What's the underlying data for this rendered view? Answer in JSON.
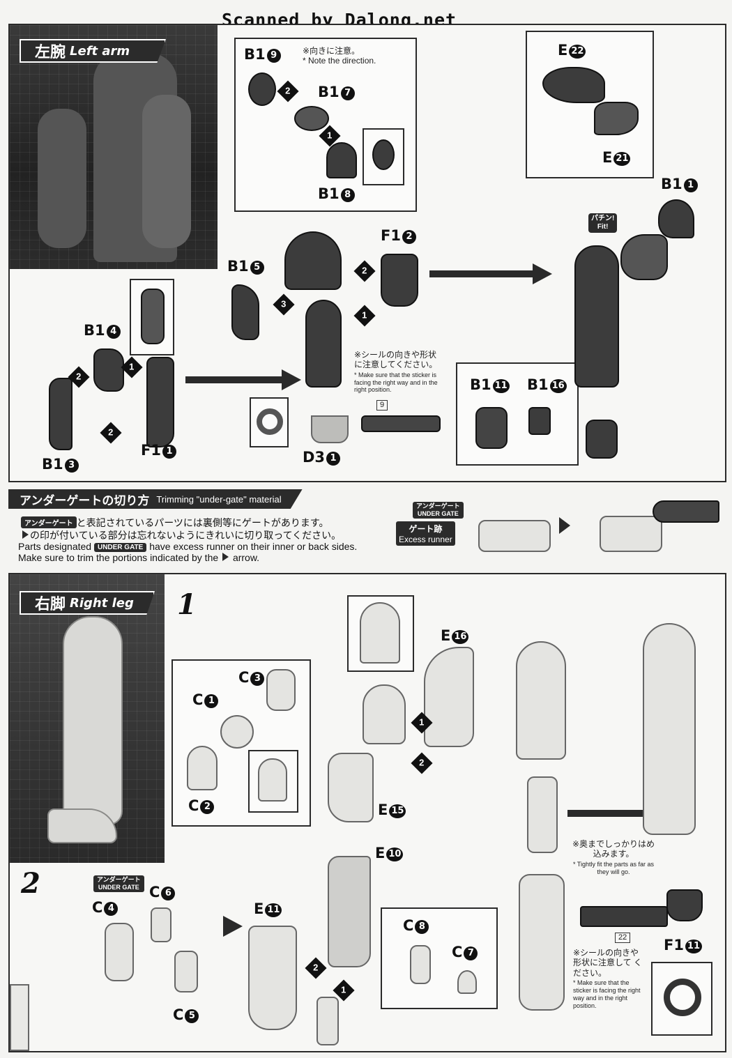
{
  "watermark": "Scanned by Dalong.net",
  "left_arm": {
    "title_jp": "左腕",
    "title_en": "Left arm",
    "note_direction_jp": "※向きに注意。",
    "note_direction_en": "* Note the direction.",
    "note_sticker_jp": "※シールの向きや形状に注意してください。",
    "note_sticker_en": "* Make sure that the sticker is facing the right way and in the right position.",
    "sticker_no": "9",
    "fit_jp": "パチン!",
    "fit_en": "Fit!",
    "parts": {
      "b19": "B1",
      "b19n": "9",
      "b17": "B1",
      "b17n": "7",
      "b18": "B1",
      "b18n": "8",
      "b15": "B1",
      "b15n": "5",
      "f12": "F1",
      "f12n": "2",
      "b14": "B1",
      "b14n": "4",
      "b13": "B1",
      "b13n": "3",
      "f11": "F1",
      "f11n": "1",
      "d31": "D3",
      "d31n": "1",
      "b111": "B1",
      "b111n": "11",
      "b116": "B1",
      "b116n": "16",
      "e22": "E",
      "e22n": "22",
      "e21": "E",
      "e21n": "21",
      "b11": "B1",
      "b11n": "1"
    }
  },
  "under_gate": {
    "title_jp": "アンダーゲートの切り方",
    "title_en": "Trimming \"under-gate\" material",
    "chip_jp": "アンダーゲート",
    "line1_jp": "と表記されているパーツには裏側等にゲートがあります。",
    "line2_jp": "の印が付いている部分は忘れないようにきれいに切り取ってください。",
    "line3_pre": "Parts designated",
    "chip_en": "UNDER GATE",
    "line3_post": "have excess runner on their inner or back sides.",
    "line4_pre": "Make sure to trim the portions indicated by the",
    "line4_post": "arrow.",
    "diagram_chip_jp": "アンダーゲート",
    "diagram_chip_en": "UNDER GATE",
    "diagram_label_jp": "ゲート跡",
    "diagram_label_en": "Excess runner"
  },
  "right_leg": {
    "title_jp": "右脚",
    "title_en": "Right leg",
    "step1": "1",
    "step2": "2",
    "note_tight_jp": "※奥までしっかりはめ込みます。",
    "note_tight_en": "* Tightly fit the parts as far as they will go.",
    "note_sticker_jp": "※シールの向きや形状に注意して ください。",
    "note_sticker_en": "* Make sure that the sticker is facing the right way and in the right position.",
    "sticker_no": "22",
    "chip_jp": "アンダーゲート",
    "chip_en": "UNDER GATE",
    "parts": {
      "c3": "C",
      "c3n": "3",
      "c1": "C",
      "c1n": "1",
      "c2": "C",
      "c2n": "2",
      "e16": "E",
      "e16n": "16",
      "e15": "E",
      "e15n": "15",
      "c6": "C",
      "c6n": "6",
      "c4": "C",
      "c4n": "4",
      "c5": "C",
      "c5n": "5",
      "e11": "E",
      "e11n": "11",
      "e10": "E",
      "e10n": "10",
      "c8": "C",
      "c8n": "8",
      "c7": "C",
      "c7n": "7",
      "f111": "F1",
      "f111n": "11"
    }
  }
}
